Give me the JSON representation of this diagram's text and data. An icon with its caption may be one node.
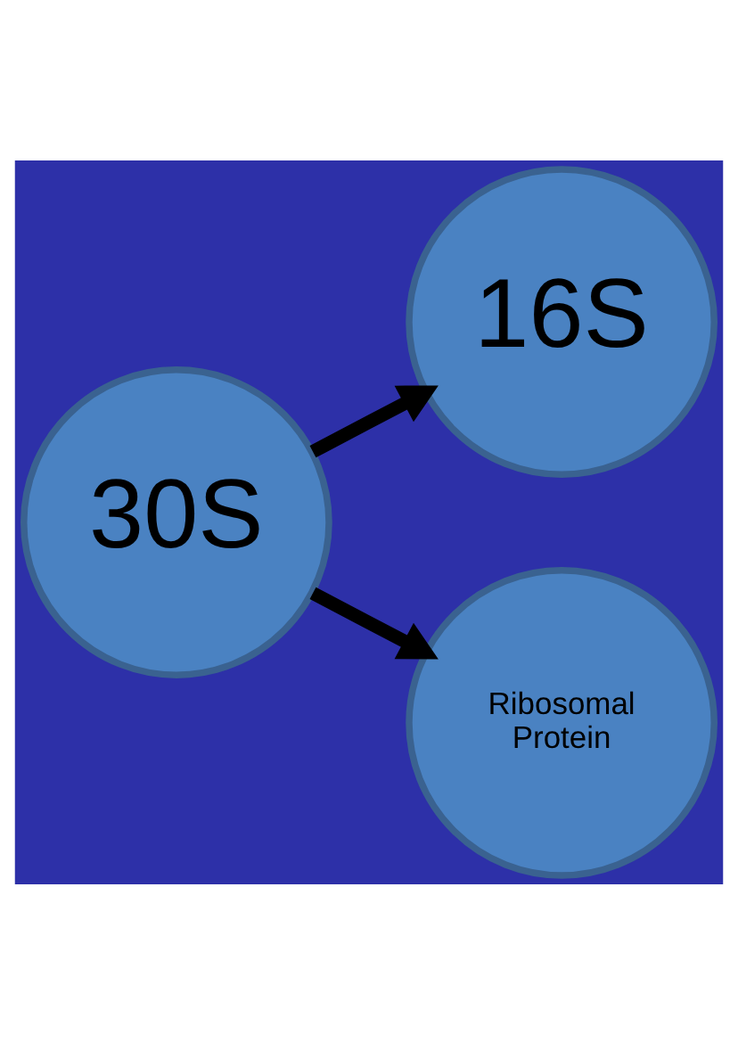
{
  "diagram": {
    "nodes": [
      {
        "text": [
          "16S"
        ]
      },
      {
        "text": [
          "30S"
        ]
      },
      {
        "text": [
          "Ribosomal Protein"
        ]
      }
    ],
    "edges": [
      {
        "from": 1,
        "to": 0,
        "arrow": "to"
      },
      {
        "from": 1,
        "to": 2,
        "arrow": "to"
      }
    ]
  }
}
